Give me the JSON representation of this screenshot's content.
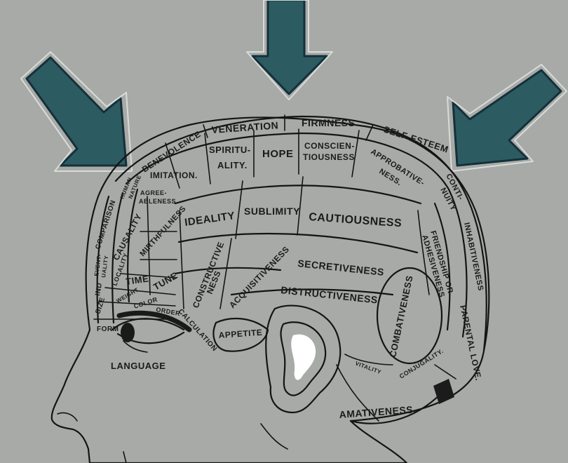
{
  "colors": {
    "background": "#a8aaa7",
    "arrow": "#2d5b62",
    "ink": "#141414",
    "head_fill": "#ffffff"
  },
  "regions": {
    "firmness": "FIRMNESS",
    "veneration": "VENERATION",
    "self_esteem": "SELF-ESTEEM",
    "benevolence": "BENEVOLENCE",
    "spirituality_1": "SPIRITU-",
    "spirituality_2": "ALITY.",
    "hope": "HOPE",
    "conscientiousness_1": "CONSCIEN-",
    "conscientiousness_2": "TIOUSNESS",
    "approbativeness_1": "APPROBATIVE-",
    "approbativeness_2": "NESS.",
    "continuity_1": "CONTI-",
    "continuity_2": "NUITY",
    "human_nature_1": "HUMAN",
    "human_nature_2": "NATURE",
    "imitation": "IMITATION.",
    "agreeableness_1": "AGREE-",
    "agreeableness_2": "ABLENESS.",
    "ideality": "IDEALITY",
    "sublimity": "SUBLIMITY",
    "cautiousness": "CAUTIOUSNESS",
    "inhabitiveness": "INHABITIVENESS",
    "comparison": "COMPARISON",
    "causality": "CAUSALITY",
    "mirthfulness": "MIRTHFULNESS",
    "friendship_1": "FRIENDSHIP OR",
    "friendship_2": "ADHESIVENESS",
    "eventuality_1": "EVENT-",
    "eventuality_2": "UALITY",
    "locality": "LOCALITY",
    "time": "TIME",
    "tune": "TUNE",
    "constructiveness_1": "CONSTRUCTIVE",
    "constructiveness_2": "NESS",
    "acquisitiveness": "ACQUISITIVENESS",
    "secretiveness": "SECRETIVENESS",
    "individuality": "IND",
    "weight": "WEIGHT",
    "color": "COLOR",
    "order": "ORDER",
    "size": "SIZE",
    "destructiveness": "DISTRUCTIVENESS",
    "parental_love": "PARENTAL LOVE.",
    "combativeness": "COMBATIVENESS",
    "form": "FORM",
    "calculation": "CALCULATION",
    "appetite": "APPETITE",
    "language": "LANGUAGE",
    "vitality": "VITALITY",
    "conjugality": "CONJUGALITY.",
    "amativeness": "AMATIVENESS."
  }
}
